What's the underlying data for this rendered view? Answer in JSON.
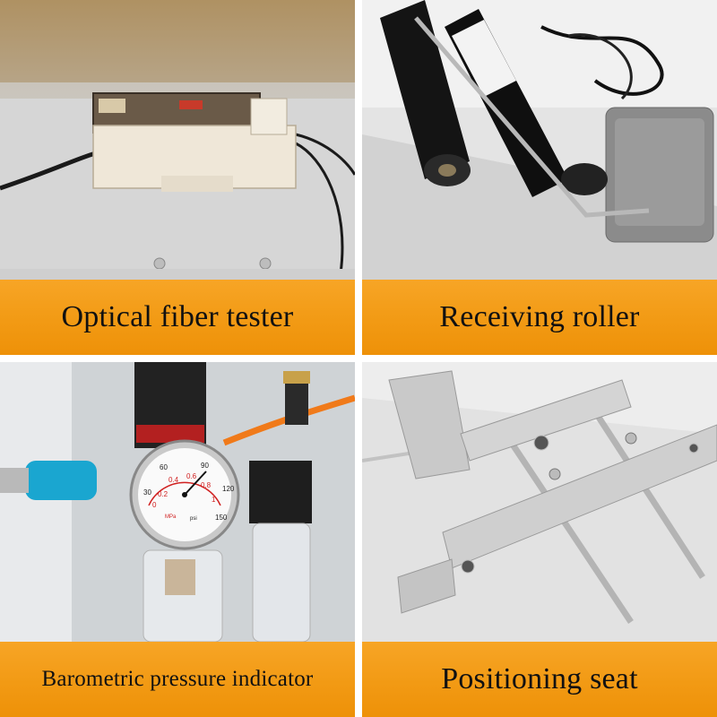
{
  "panels": [
    {
      "caption": "Optical fiber tester",
      "photo_subject": "fiber-optic-sensor"
    },
    {
      "caption": "Receiving roller",
      "photo_subject": "roller-and-foot-pedal"
    },
    {
      "caption": "Barometric pressure indicator",
      "photo_subject": "pressure-gauge-regulator",
      "gauge": {
        "mpa_ticks": [
          "0",
          "0.2",
          "0.4",
          "0.6",
          "0.8",
          "1"
        ],
        "psi_ticks": [
          "30",
          "60",
          "90",
          "120",
          "150"
        ],
        "units": [
          "MPa",
          "psi"
        ]
      }
    },
    {
      "caption": "Positioning seat",
      "photo_subject": "aluminum-positioning-seat"
    }
  ],
  "colors": {
    "banner": "#f29a14",
    "caption_text": "#111111",
    "divider": "#ffffff"
  }
}
